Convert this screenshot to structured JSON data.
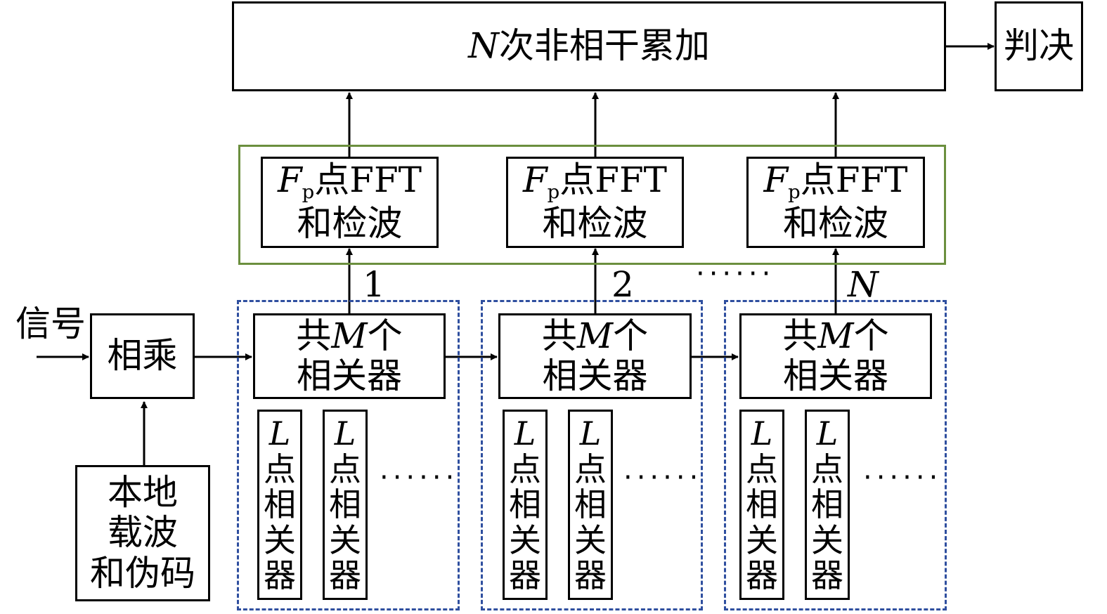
{
  "nodes": {
    "accumulate": {
      "var": "N",
      "text": "次非相干累加"
    },
    "decision": "判决",
    "multiply": "相乘",
    "local": {
      "line1": "本地",
      "line2": "载波",
      "line3": "和伪码"
    },
    "fft": {
      "var": "F",
      "sub": "p",
      "text": "点FFT",
      "line2": "和检波"
    },
    "group": {
      "pre": "共",
      "var": "M",
      "post": "个",
      "line2": "相关器"
    },
    "corr": {
      "var": "L",
      "c1": "点",
      "c2": "相",
      "c3": "关",
      "c4": "器"
    }
  },
  "labels": {
    "signal": "信号",
    "branch1": "1",
    "branch2": "2",
    "branchN": "N",
    "ellipsis": "……",
    "ellipsis_dots": "······"
  },
  "colors": {
    "line": "#000000",
    "dashed": "#2f4f9f",
    "green": "#6b8f3e"
  }
}
